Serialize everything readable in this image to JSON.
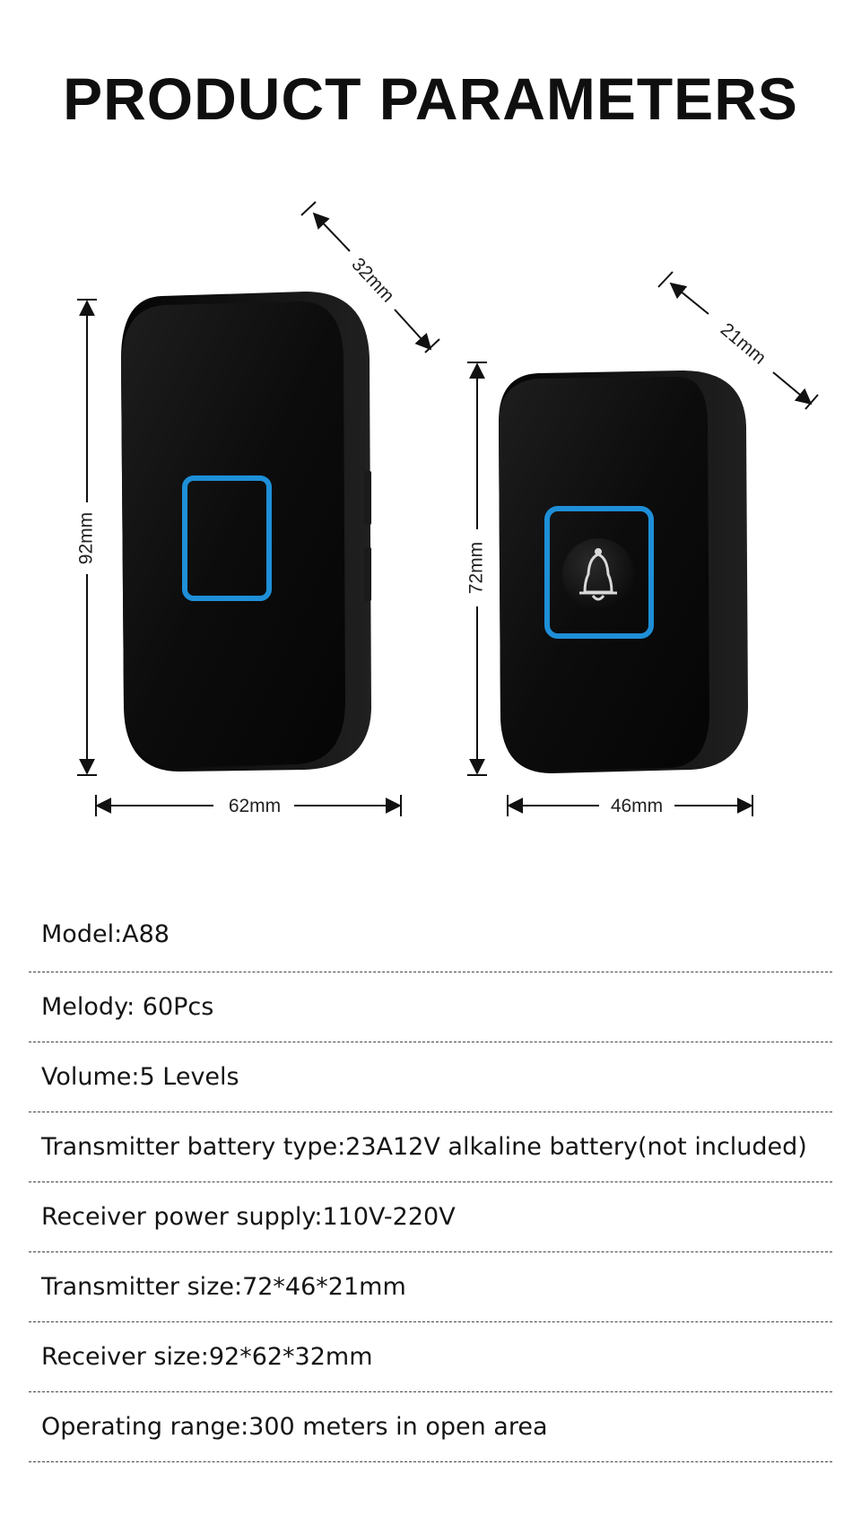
{
  "title": "PRODUCT PARAMETERS",
  "dimensions": {
    "receiver_depth": "32mm",
    "receiver_height": "92mm",
    "receiver_width": "62mm",
    "transmitter_depth": "21mm",
    "transmitter_height": "72mm",
    "transmitter_width": "46mm"
  },
  "specs": [
    "Model:A88",
    "Melody: 60Pcs",
    "Volume:5 Levels",
    "Transmitter battery type:23A12V alkaline battery(not included)",
    "Receiver power supply:110V-220V",
    "Transmitter size:72*46*21mm",
    "Receiver size:92*62*32mm",
    "Operating range:300 meters in open area"
  ],
  "colors": {
    "device_body": "#0b0b0b",
    "led_ring": "#1e8fd8"
  }
}
